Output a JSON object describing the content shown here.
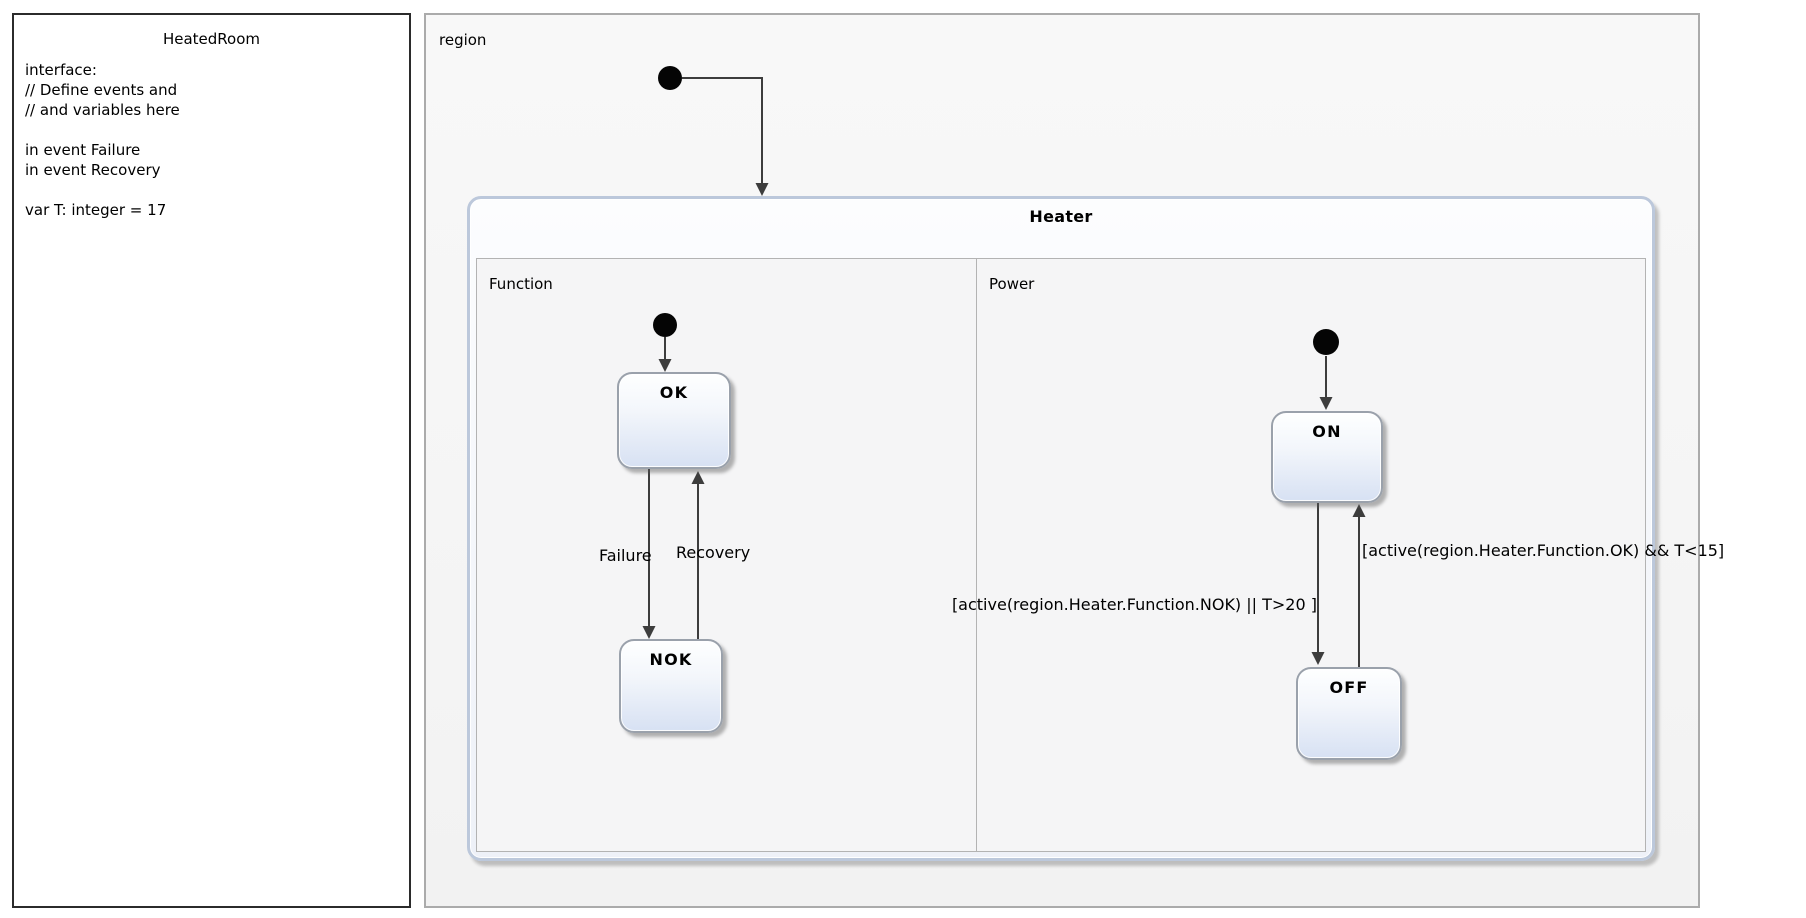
{
  "declaration_panel": {
    "title": "HeatedRoom",
    "lines": [
      "interface:",
      "// Define events and",
      "// and variables here",
      "",
      "in event Failure",
      "in event Recovery",
      "",
      "var T: integer = 17"
    ]
  },
  "diagram": {
    "region_label": "region",
    "heater": {
      "title": "Heater",
      "function_region": {
        "label": "Function",
        "states": {
          "ok": "OK",
          "nok": "NOK"
        },
        "transitions": {
          "ok_to_nok_event": "Failure",
          "nok_to_ok_event": "Recovery"
        }
      },
      "power_region": {
        "label": "Power",
        "states": {
          "on": "ON",
          "off": "OFF"
        },
        "transitions": {
          "on_to_off_guard": "[active(region.Heater.Function.NOK) || T>20 ]",
          "off_to_on_guard": "[active(region.Heater.Function.OK) && T<15]"
        }
      }
    },
    "colors": {
      "state_fill_bottom": "#d7e1f3",
      "state_border": "#9aa1ab",
      "composite_border": "#bcc8db",
      "canvas_bg": "#f6f6f6",
      "connector": "#3d3d3d",
      "declaration_border": "#2b2b2b"
    }
  }
}
